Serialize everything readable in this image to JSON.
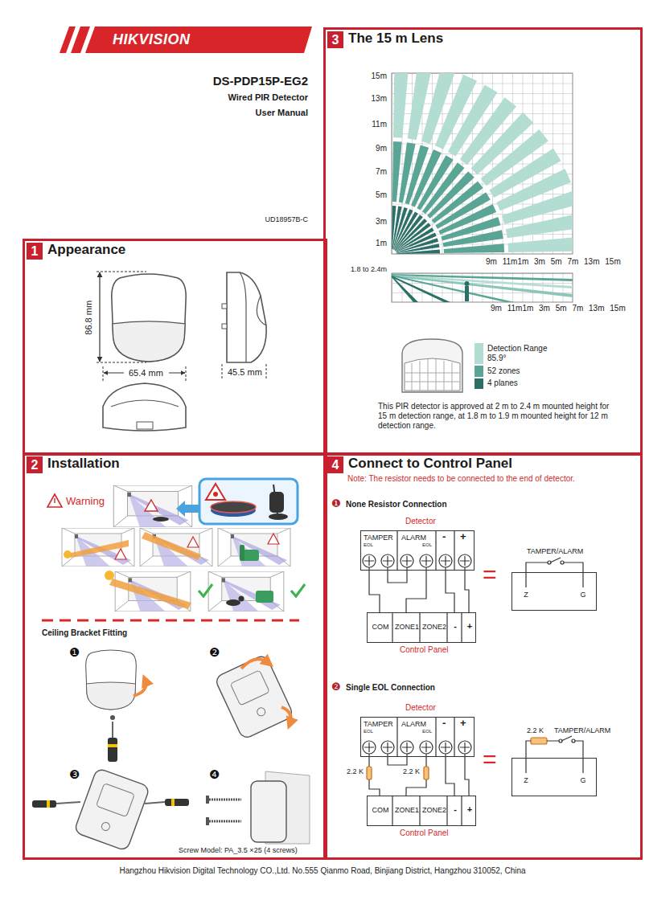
{
  "diagram": {
    "nodes": [
      {
        "text": [
          "1",
          "Appearance"
        ]
      },
      {
        "text": [
          "2",
          "Installation"
        ]
      },
      {
        "text": [
          "3",
          "The 15 m Lens"
        ]
      },
      {
        "text": [
          "4",
          "Connect to Control Panel"
        ]
      },
      {
        "text": [
          "Detector",
          "TAMPER",
          "EOL",
          "ALARM",
          "EOL",
          "-",
          "+"
        ],
        "in": 3
      },
      {
        "text": [
          "COM",
          "ZONE1",
          "ZONE2",
          "-",
          "+",
          "Control Panel"
        ],
        "in": 3
      },
      {
        "text": [
          "TAMPER/ALARM",
          "Z",
          "G"
        ],
        "in": 3
      },
      {
        "text": [
          "Detector",
          "TAMPER",
          "EOL",
          "ALARM",
          "EOL",
          "-",
          "+"
        ],
        "in": 3
      },
      {
        "text": [
          "COM",
          "ZONE1",
          "ZONE2",
          "-",
          "+",
          "Control Panel"
        ],
        "in": 3
      },
      {
        "text": [
          "TAMPER/ALARM",
          "2.2 K",
          "Z",
          "G"
        ],
        "in": 3
      }
    ],
    "edges": [
      {
        "from": 4,
        "to": 5,
        "arrow": "none"
      },
      {
        "from": 4,
        "to": 5,
        "arrow": "none"
      },
      {
        "from": 4,
        "to": 5,
        "arrow": "none"
      },
      {
        "from": 4,
        "to": 5,
        "arrow": "none"
      },
      {
        "from": 7,
        "to": 8,
        "arrow": "none"
      },
      {
        "from": 7,
        "to": 8,
        "arrow": "none"
      },
      {
        "from": 7,
        "to": 8,
        "arrow": "none"
      },
      {
        "from": 7,
        "to": 8,
        "arrow": "none"
      }
    ],
    "labels": [
      "HIKVISION",
      "DS-PDP15P-EG2",
      "Wired PIR Detector",
      "User Manual",
      "UD18957B-C",
      "86.8 mm",
      "65.4 mm",
      "45.5 mm",
      "Warning",
      "Ceiling Bracket Fitting",
      "❶",
      "❷",
      "❸",
      "❹",
      "Screw Model: PA_3.5 ×25 (4 screws)",
      "15m",
      "13m",
      "11m",
      "9m",
      "7m",
      "5m",
      "3m",
      "1m",
      "9m 11m1m 3m 5m 7m 13m 15m",
      "1.8 to 2.4m",
      "9m 11m1m 3m 5m 7m 13m 15m",
      "This PIR detector is approved at 2 m to 2.4 m mounted height for 15 m detection range, at 1.8 m to 1.9 m mounted height for 12 m detection range.",
      "Note: The resistor needs to be connected to the end of detector.",
      "❶",
      "None Resistor Connection",
      "=",
      "❷",
      "Single EOL Connection",
      "2.2 K",
      "2.2 K",
      "=",
      "Hangzhou Hikvision Digital Technology CO.,Ltd. No.555 Qianmo Road, Binjiang District, Hangzhou 310052, China"
    ],
    "legend": [
      {
        "text": "Detection Range 85.9°",
        "color": "#b3dcd3"
      },
      {
        "text": "52 zones",
        "color": "#5aa595"
      },
      {
        "text": "4 planes",
        "color": "#2b6f66"
      }
    ]
  }
}
